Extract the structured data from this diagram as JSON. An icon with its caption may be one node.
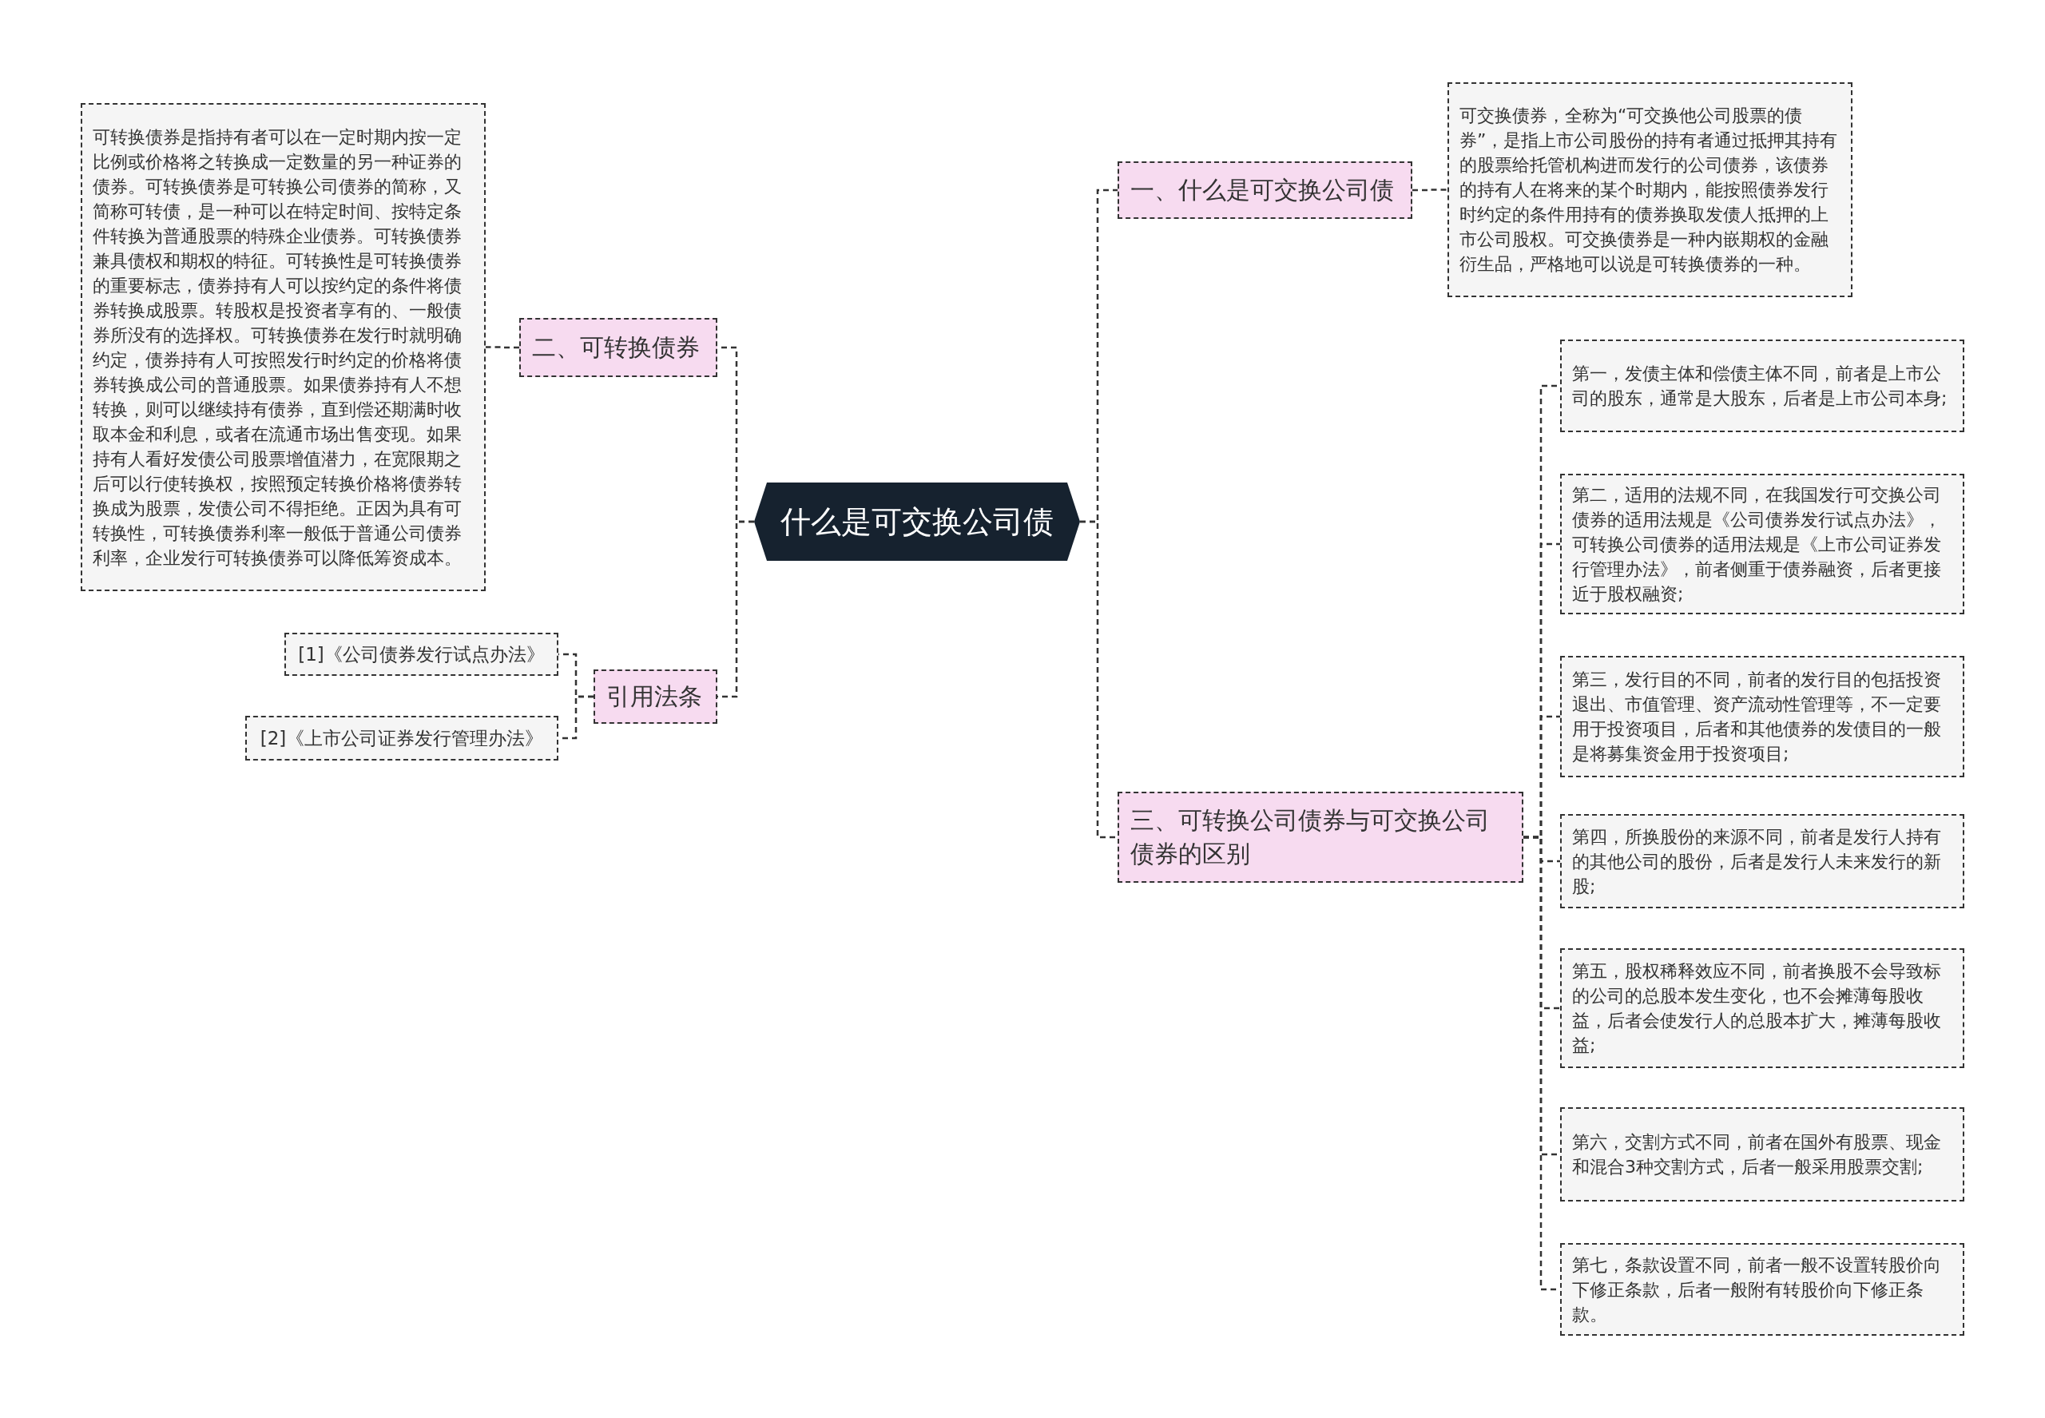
{
  "diagram": {
    "nodes": [
      {
        "text": [
          "什么是可交换公司债"
        ]
      },
      {
        "text": [
          "二、可转换债券"
        ]
      },
      {
        "text": [
          "可转换债券是指持有者可以在一定时期内按一定比例或价格将之转换成一定数量的另一种证券的债券。可转换债券是可转换公司债券的简称，又简称可转债，是一种可以在特定时间、按特定条件转换为普通股票的特殊企业债券。可转换债券兼具债权和期权的特征。可转换性是可转换债券的重要标志，债券持有人可以按约定的条件将债券转换成股票。转股权是投资者享有的、一般债券所没有的选择权。可转换债券在发行时就明确约定，债券持有人可按照发行时约定的价格将债券转换成公司的普通股票。如果债券持有人不想转换，则可以继续持有债券，直到偿还期满时收取本金和利息，或者在流通市场出售变现。如果持有人看好发债公司股票增值潜力，在宽限期之后可以行使转换权，按照预定转换价格将债券转换成为股票，发债公司不得拒绝。正因为具有可转换性，可转换债券利率一般低于普通公司债券利率，企业发行可转换债券可以降低筹资成本。"
        ]
      },
      {
        "text": [
          "引用法条"
        ]
      },
      {
        "text": [
          "[1]《公司债券发行试点办法》"
        ]
      },
      {
        "text": [
          "[2]《上市公司证券发行管理办法》"
        ]
      },
      {
        "text": [
          "一、什么是可交换公司债"
        ]
      },
      {
        "text": [
          "可交换债券，全称为“可交换他公司股票的债券”，是指上市公司股份的持有者通过抵押其持有的股票给托管机构进而发行的公司债券，该债券的持有人在将来的某个时期内，能按照债券发行时约定的条件用持有的债券换取发债人抵押的上市公司股权。可交换债券是一种内嵌期权的金融衍生品，严格地可以说是可转换债券的一种。"
        ]
      },
      {
        "text": [
          "三、可转换公司债券与可交换公司债券的区别"
        ]
      },
      {
        "text": [
          "第一，发债主体和偿债主体不同，前者是上市公司的股东，通常是大股东，后者是上市公司本身;"
        ]
      },
      {
        "text": [
          "第二，适用的法规不同，在我国发行可交换公司债券的适用法规是《公司债券发行试点办法》，可转换公司债券的适用法规是《上市公司证券发行管理办法》，前者侧重于债券融资，后者更接近于股权融资;"
        ]
      },
      {
        "text": [
          "第三，发行目的不同，前者的发行目的包括投资退出、市值管理、资产流动性管理等，不一定要用于投资项目，后者和其他债券的发债目的一般是将募集资金用于投资项目;"
        ]
      },
      {
        "text": [
          "第四，所换股份的来源不同，前者是发行人持有的其他公司的股份，后者是发行人未来发行的新股;"
        ]
      },
      {
        "text": [
          "第五，股权稀释效应不同，前者换股不会导致标的公司的总股本发生变化，也不会摊薄每股收益，后者会使发行人的总股本扩大，摊薄每股收益;"
        ]
      },
      {
        "text": [
          "第六，交割方式不同，前者在国外有股票、现金和混合3种交割方式，后者一般采用股票交割;"
        ]
      },
      {
        "text": [
          "第七，条款设置不同，前者一般不设置转股价向下修正条款，后者一般附有转股价向下修正条款。"
        ]
      }
    ],
    "edges": [
      {
        "from": 0,
        "to": 1,
        "arrow": "none"
      },
      {
        "from": 1,
        "to": 2,
        "arrow": "none"
      },
      {
        "from": 0,
        "to": 3,
        "arrow": "none"
      },
      {
        "from": 3,
        "to": 4,
        "arrow": "none"
      },
      {
        "from": 3,
        "to": 5,
        "arrow": "none"
      },
      {
        "from": 0,
        "to": 6,
        "arrow": "none"
      },
      {
        "from": 6,
        "to": 7,
        "arrow": "none"
      },
      {
        "from": 0,
        "to": 8,
        "arrow": "none"
      },
      {
        "from": 8,
        "to": 9,
        "arrow": "none"
      },
      {
        "from": 8,
        "to": 10,
        "arrow": "none"
      },
      {
        "from": 8,
        "to": 11,
        "arrow": "none"
      },
      {
        "from": 8,
        "to": 12,
        "arrow": "none"
      },
      {
        "from": 8,
        "to": 13,
        "arrow": "none"
      },
      {
        "from": 8,
        "to": 14,
        "arrow": "none"
      },
      {
        "from": 8,
        "to": 15,
        "arrow": "none"
      }
    ]
  }
}
